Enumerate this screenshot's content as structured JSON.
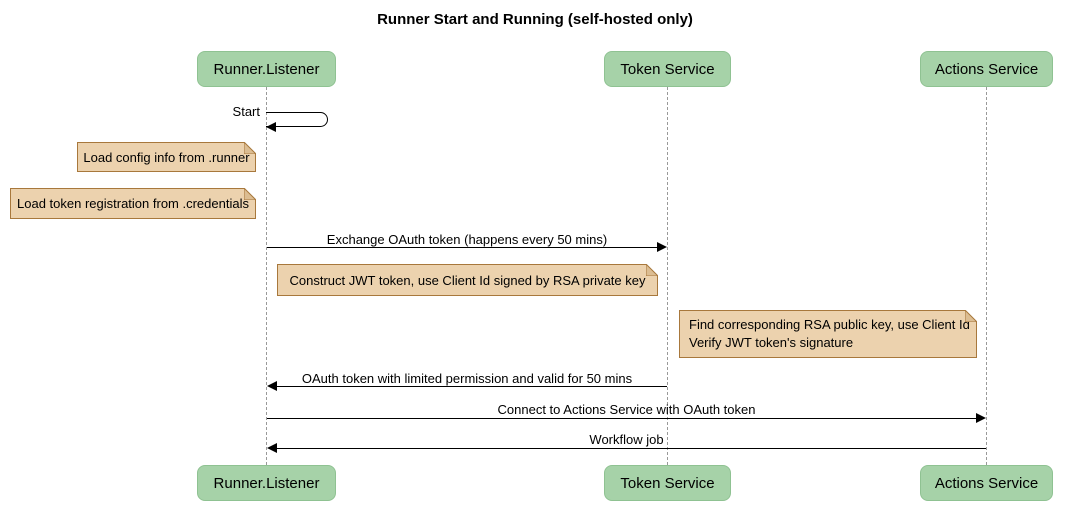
{
  "title": "Runner Start and Running (self-hosted only)",
  "participants": [
    {
      "name": "Runner.Listener"
    },
    {
      "name": "Token Service"
    },
    {
      "name": "Actions Service"
    }
  ],
  "messages": {
    "start": "Start",
    "exchange_oauth": "Exchange OAuth token (happens every 50 mins)",
    "oauth_return": "OAuth token with limited permission and valid for 50 mins",
    "connect_actions": "Connect to Actions Service with OAuth token",
    "workflow_job": "Workflow job"
  },
  "notes": {
    "load_config": "Load config info from .runner",
    "load_credentials": "Load token registration from .credentials",
    "construct_jwt": "Construct JWT token, use Client Id signed by RSA private key",
    "verify_jwt_line1": "Find corresponding RSA public key, use Client Id",
    "verify_jwt_line2": "Verify JWT token's signature"
  },
  "colors": {
    "participant_fill": "#a6d2a8",
    "participant_border": "#8fc292",
    "note_fill": "#ecd2ae",
    "note_border": "#a8783c",
    "note_fold": "#dcbd92",
    "lifeline": "#999999",
    "arrow": "#000000",
    "background": "#ffffff"
  }
}
